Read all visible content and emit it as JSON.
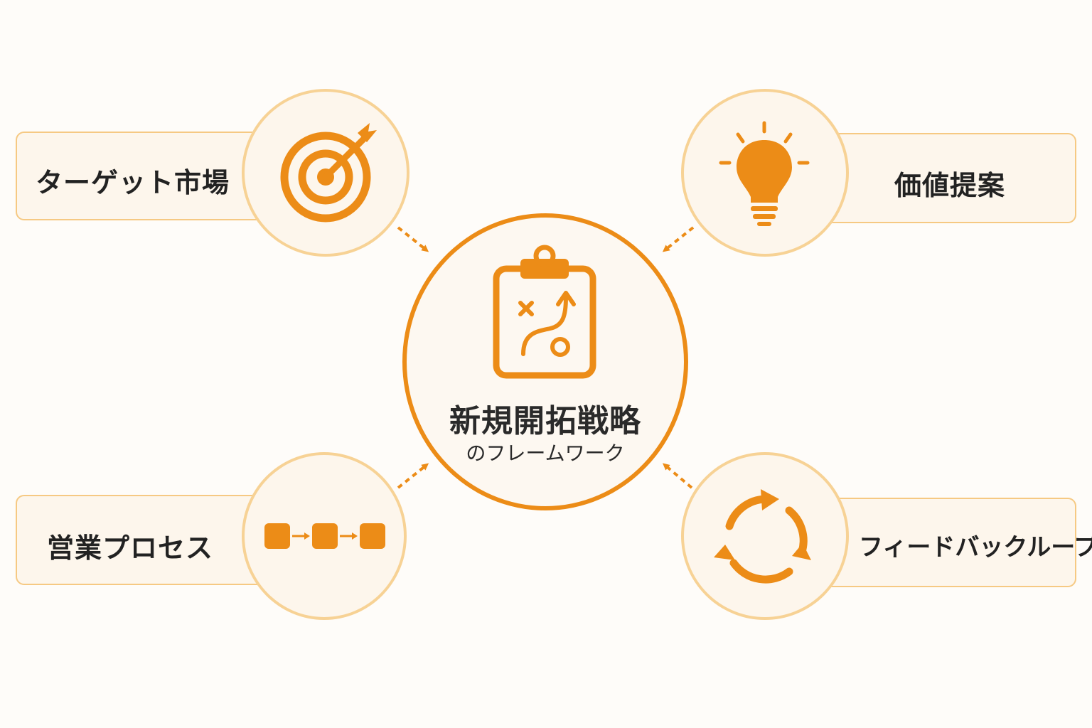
{
  "center": {
    "title": "新規開拓戦略",
    "subtitle": "のフレームワーク",
    "icon": "clipboard-strategy-icon"
  },
  "nodes": {
    "target": {
      "label": "ターゲット市場",
      "icon": "target-icon"
    },
    "value": {
      "label": "価値提案",
      "icon": "lightbulb-icon"
    },
    "process": {
      "label": "営業プロセス",
      "icon": "process-flow-icon"
    },
    "feedback": {
      "label": "フィードバックループ",
      "icon": "cycle-icon"
    }
  },
  "colors": {
    "accent": "#ec8c17",
    "circle_border": "#f7d295",
    "box_border": "#f6c983",
    "box_fill": "#fdf6ec",
    "text": "#222222"
  }
}
